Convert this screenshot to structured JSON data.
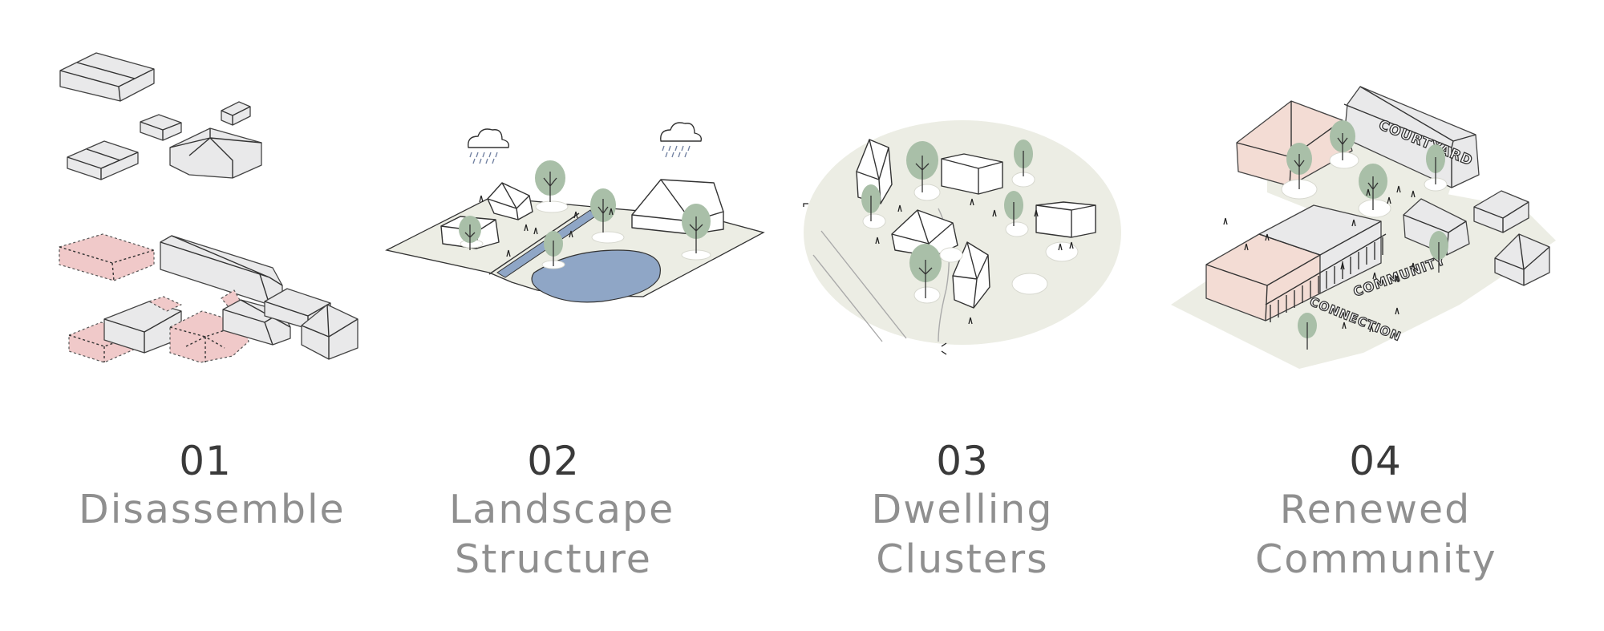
{
  "steps": [
    {
      "number": "01",
      "title_lines": [
        "Disassemble"
      ]
    },
    {
      "number": "02",
      "title_lines": [
        "Landscape",
        "Structure"
      ]
    },
    {
      "number": "03",
      "title_lines": [
        "Dwelling",
        "Clusters"
      ]
    },
    {
      "number": "04",
      "title_lines": [
        "Renewed",
        "Community"
      ]
    }
  ],
  "diagram_labels": {
    "courtyard": "COURTYARD",
    "community": "COMMUNITY",
    "connection": "CONNECTION"
  },
  "colors": {
    "building_grey": "#e9e9ea",
    "demolish_pink": "#f0c9c9",
    "ground": "#ecede4",
    "tree_green": "#a9bfa8",
    "water_blue": "#8fa6c6",
    "caption_grey": "#8f8f8f",
    "number_dark": "#3a3a3a"
  }
}
